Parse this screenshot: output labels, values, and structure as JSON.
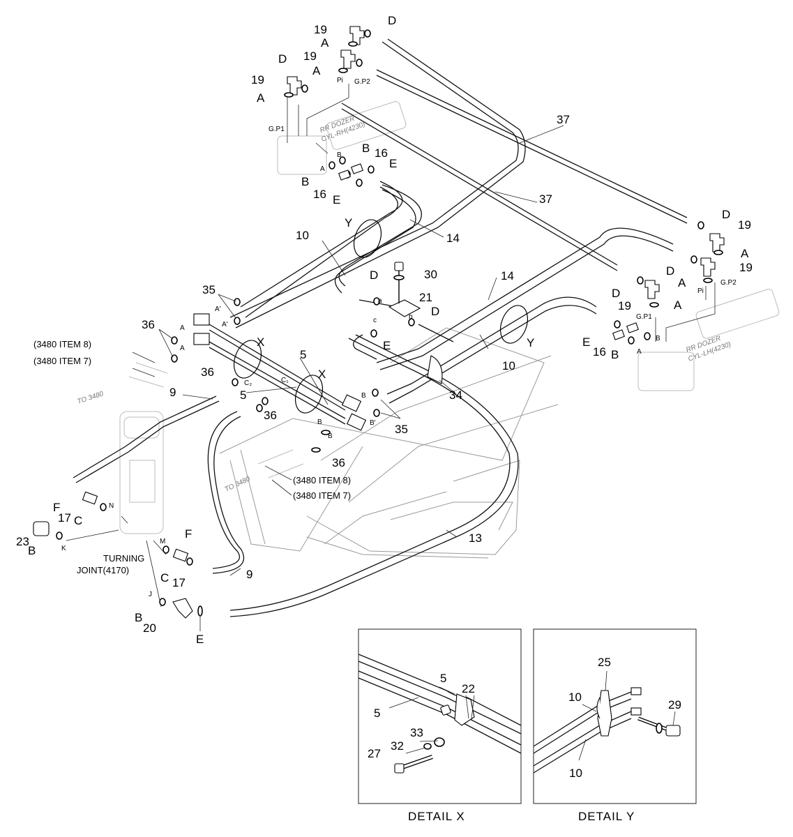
{
  "labels": {
    "n19": "19",
    "n16": "16",
    "n37": "37",
    "n14": "14",
    "n10": "10",
    "n35": "35",
    "n36": "36",
    "n30": "30",
    "n21": "21",
    "n5": "5",
    "n9": "9",
    "n34": "34",
    "n17": "17",
    "n23": "23",
    "n20": "20",
    "n13": "13",
    "n22": "22",
    "n25": "25",
    "n29": "29",
    "n27": "27",
    "n33": "33",
    "n32": "32",
    "A": "A",
    "B": "B",
    "C": "C",
    "D": "D",
    "E": "E",
    "F": "F",
    "X": "X",
    "Y": "Y",
    "a": "a",
    "b": "b",
    "c": "c",
    "A1": "A'",
    "B1": "B'",
    "C1": "C₁",
    "C2": "C₂",
    "J": "J",
    "K": "K",
    "M": "M",
    "N": "N",
    "Pi": "Pi",
    "GP1": "G.P1",
    "GP2": "G.P2",
    "item8": "(3480 ITEM 8)",
    "item7": "(3480 ITEM 7)",
    "to3480": "TO 3480",
    "turning1": "TURNING",
    "turning2": "JOINT(4170)",
    "rr_rh_1": "RR DOZER",
    "rr_rh_2": "CYL-RH(4230)",
    "rr_lh_1": "RR DOZER",
    "rr_lh_2": "CYL-LH(4230)",
    "detail_x": "DETAIL  X",
    "detail_y": "DETAIL  Y"
  }
}
